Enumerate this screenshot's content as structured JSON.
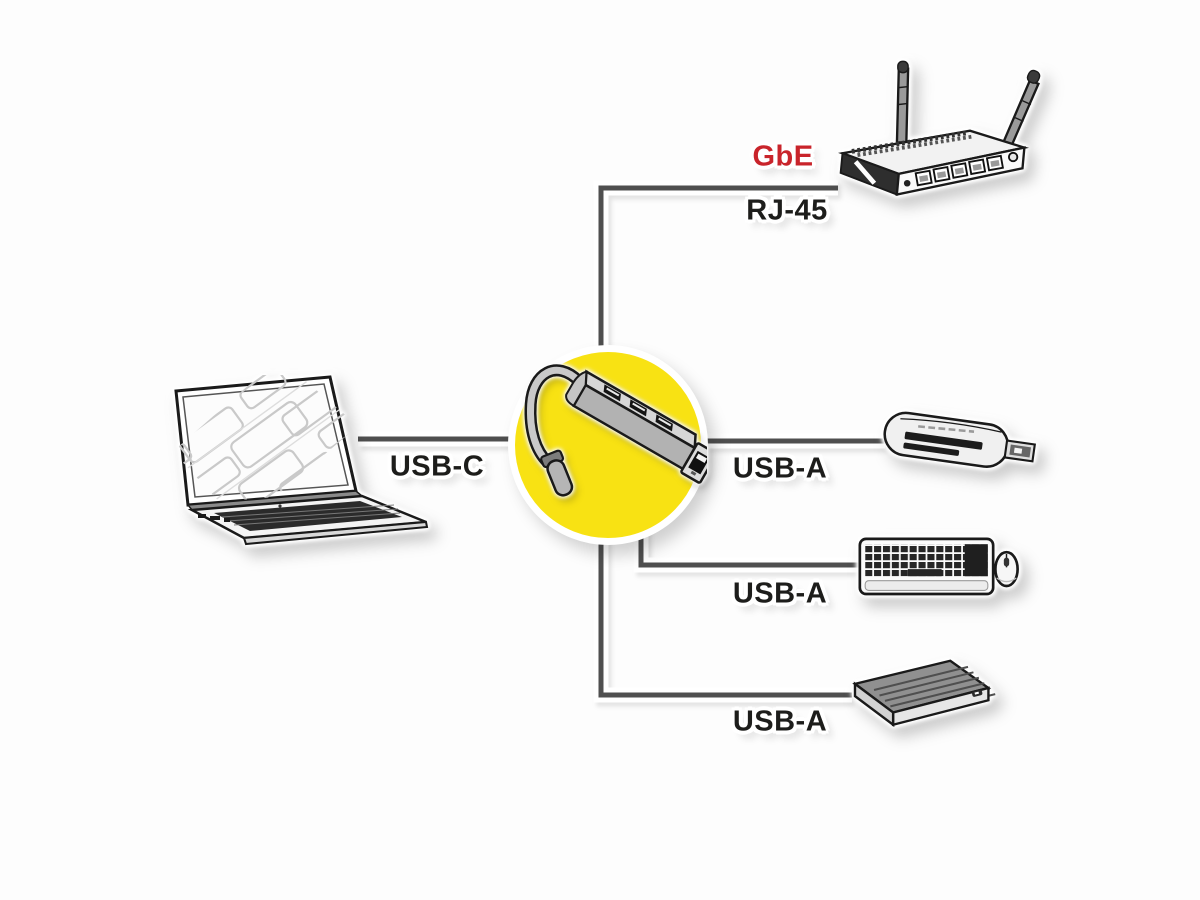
{
  "diagram": {
    "type": "product-connection-diagram",
    "subject": "USB Type-C hub with Gigabit Ethernet connecting peripherals",
    "colors": {
      "background": "#fdfdfd",
      "line": "#4f4f4f",
      "label": "#1d1d1b",
      "hub_circle_yellow": "#f8e213",
      "gbe_red": "#c9242b"
    },
    "labels": {
      "usb_c": "USB-C",
      "gbe": "GbE",
      "rj45": "RJ-45",
      "usb_a_card_reader": "USB-A",
      "usb_a_keyboard": "USB-A",
      "usb_a_hard_drive": "USB-A"
    },
    "devices": {
      "laptop": "laptop-notebook",
      "router": "gigabit-ethernet-router",
      "hub": "usb-c-hub-adapter-3x-usb-a-rj45",
      "card_reader": "usb-card-reader",
      "keyboard_mouse": "keyboard-and-mouse",
      "hard_drive": "external-hard-drive"
    }
  }
}
